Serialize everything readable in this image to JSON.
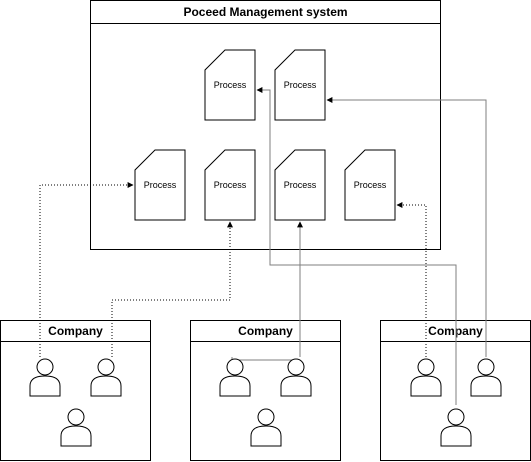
{
  "system": {
    "title": "Poceed Management system"
  },
  "processes": [
    {
      "id": "p1",
      "label": "Process"
    },
    {
      "id": "p2",
      "label": "Process"
    },
    {
      "id": "p3",
      "label": "Process"
    },
    {
      "id": "p4",
      "label": "Process"
    },
    {
      "id": "p5",
      "label": "Process"
    },
    {
      "id": "p6",
      "label": "Process"
    }
  ],
  "companies": [
    {
      "id": "c1",
      "title": "Company"
    },
    {
      "id": "c2",
      "title": "Company"
    },
    {
      "id": "c3",
      "title": "Company"
    }
  ],
  "colors": {
    "line": "#000000",
    "connector_gray": "#7f7f7f",
    "background": "#ffffff"
  }
}
